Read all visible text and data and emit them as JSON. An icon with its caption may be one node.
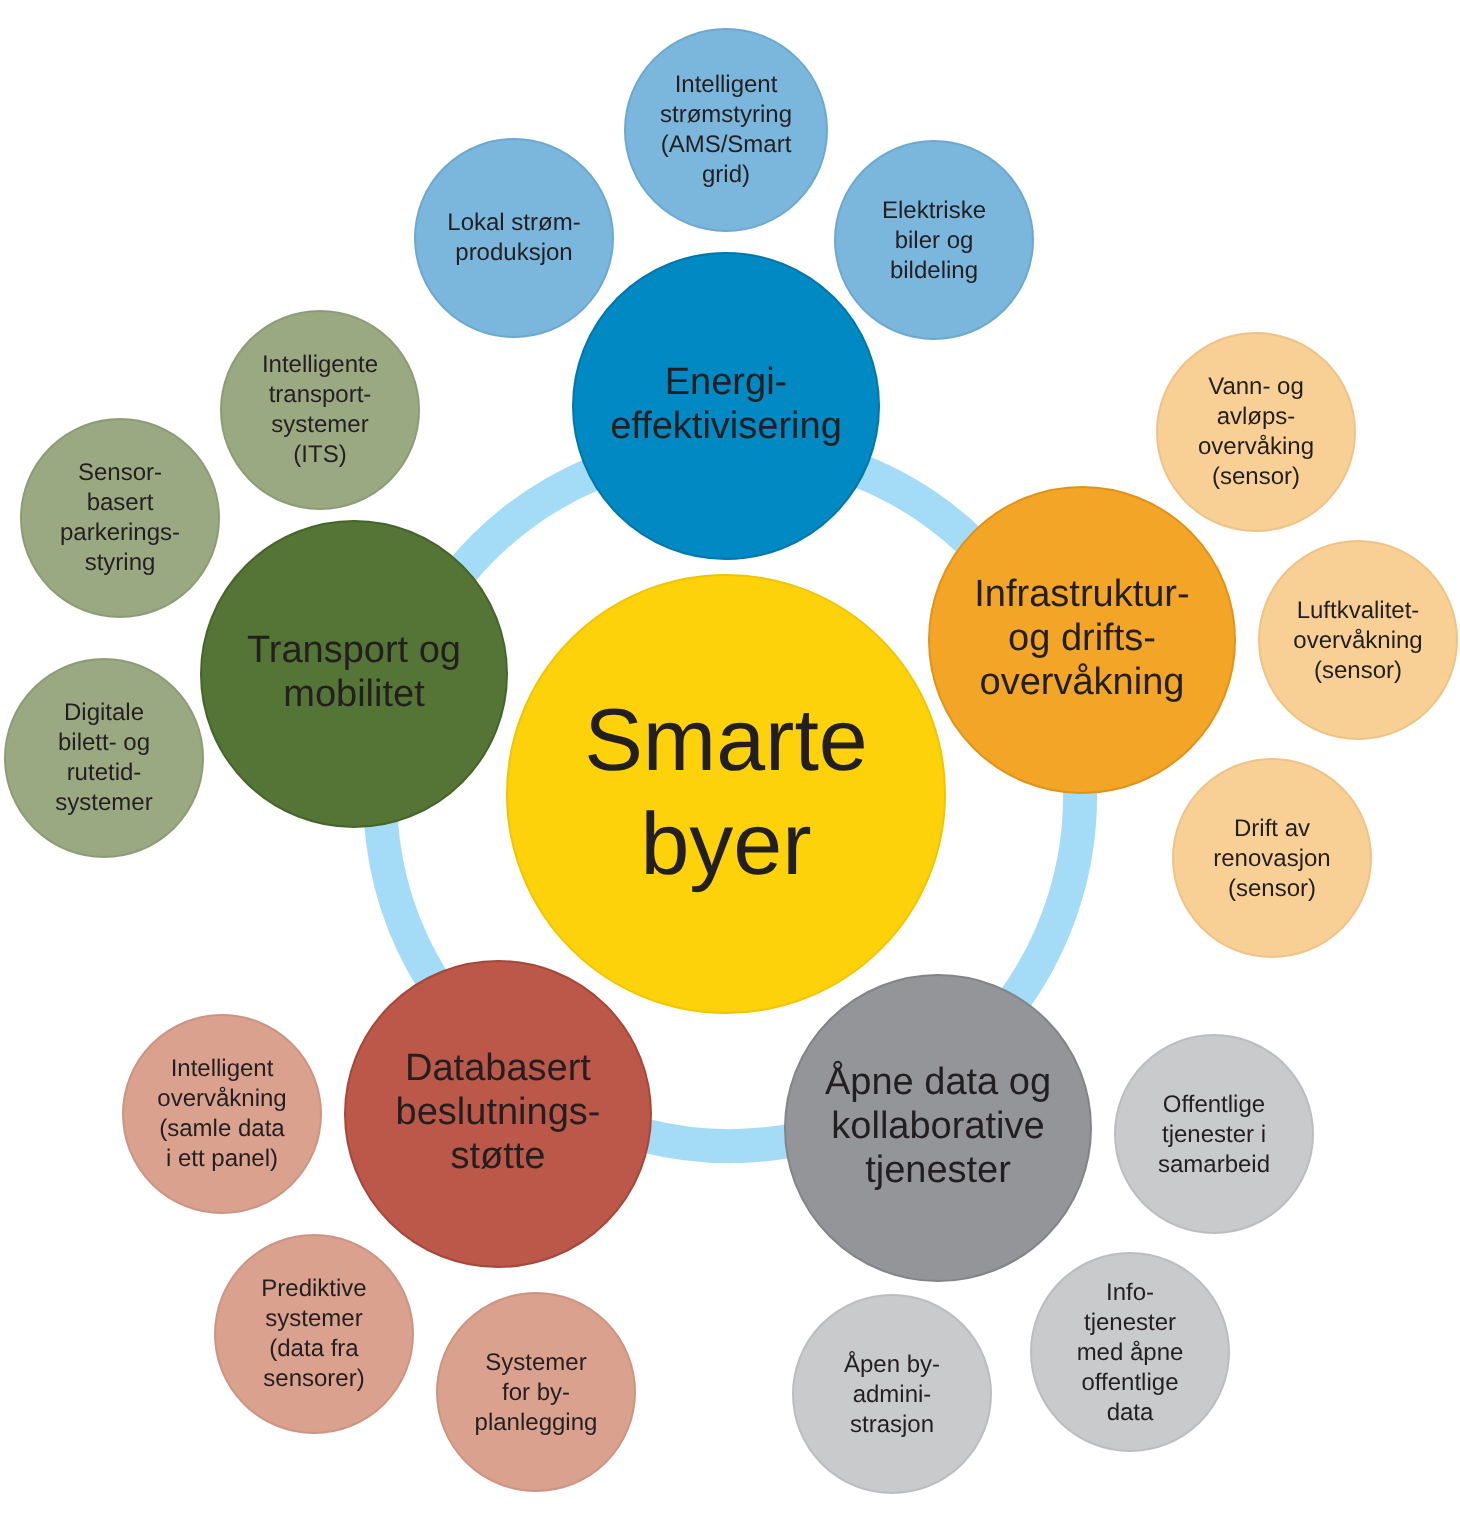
{
  "diagram": {
    "nodes": [
      {
        "text": [
          "Smarte byer"
        ]
      },
      {
        "text": [
          "Energi- effektivisering"
        ]
      },
      {
        "text": [
          "Lokal strøm- produksjon"
        ]
      },
      {
        "text": [
          "Intelligent strømstyring (AMS/Smart grid)"
        ]
      },
      {
        "text": [
          "Elektriske biler og bildeling"
        ]
      },
      {
        "text": [
          "Infrastruktur- og drifts- overvåkning"
        ]
      },
      {
        "text": [
          "Vann- og avløps- overvåking (sensor)"
        ]
      },
      {
        "text": [
          "Luftkvalitet- overvåkning (sensor)"
        ]
      },
      {
        "text": [
          "Drift av renovasjon (sensor)"
        ]
      },
      {
        "text": [
          "Åpne data og kollaborative tjenester"
        ]
      },
      {
        "text": [
          "Offentlige tjenester i samarbeid"
        ]
      },
      {
        "text": [
          "Info- tjenester med åpne offentlige data"
        ]
      },
      {
        "text": [
          "Åpen by- admini- strasjon"
        ]
      },
      {
        "text": [
          "Databasert beslutnings- støtte"
        ]
      },
      {
        "text": [
          "Intelligent overvåkning (samle data i ett panel)"
        ]
      },
      {
        "text": [
          "Prediktive systemer (data fra sensorer)"
        ]
      },
      {
        "text": [
          "Systemer for by- planlegging"
        ]
      },
      {
        "text": [
          "Transport og mobilitet"
        ]
      },
      {
        "text": [
          "Intelligente transport- systemer (ITS)"
        ]
      },
      {
        "text": [
          "Sensor- basert parkerings- styring"
        ]
      },
      {
        "text": [
          "Digitale bilett- og rutetid- systemer"
        ]
      }
    ],
    "edges": [
      {
        "from": 1,
        "to": 5,
        "arrow": "none"
      },
      {
        "from": 5,
        "to": 9,
        "arrow": "none"
      },
      {
        "from": 9,
        "to": 13,
        "arrow": "none"
      },
      {
        "from": 13,
        "to": 17,
        "arrow": "none"
      },
      {
        "from": 17,
        "to": 1,
        "arrow": "none"
      }
    ]
  }
}
